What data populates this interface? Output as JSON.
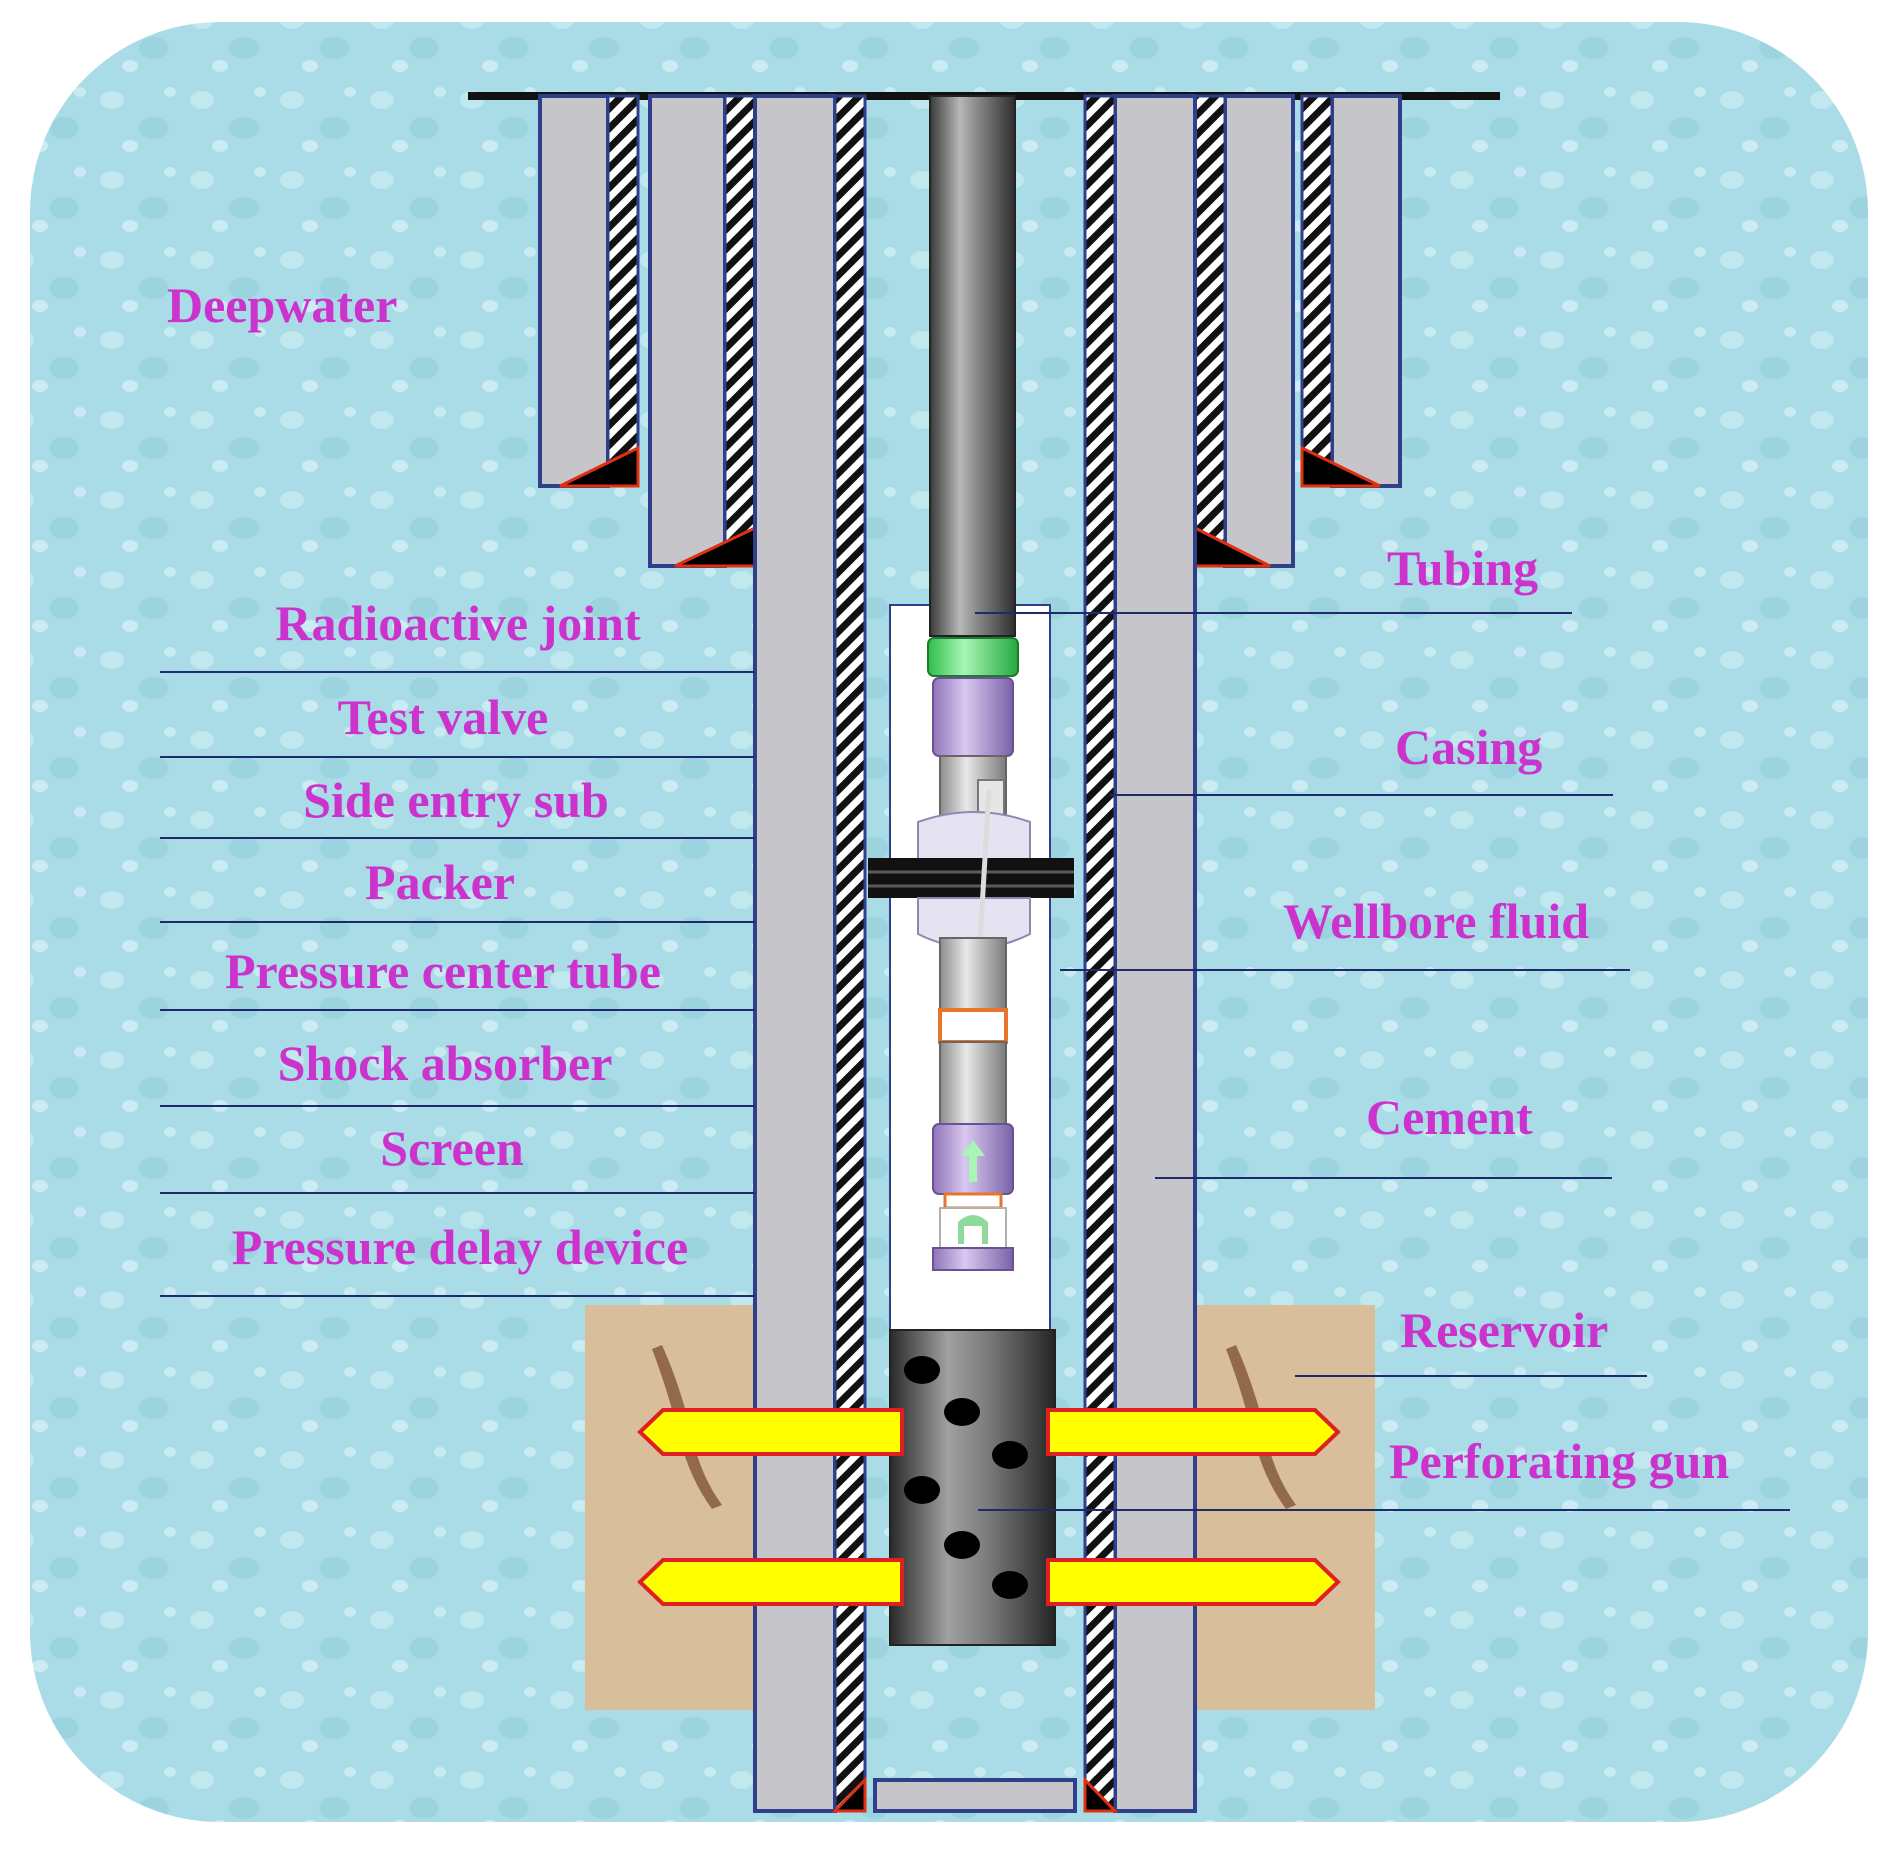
{
  "colors": {
    "label": "#CC33CC",
    "leader_line": "#1F2A6B",
    "background_water": "#A9DCE6",
    "pipe_gray": "#C6C6CA",
    "pipe_outline": "#2F3F8A",
    "cement_wedge": "#000000",
    "reservoir": "#D9BE9B",
    "perforation_jet": "#FFFF00",
    "perforation_outline": "#E02020"
  },
  "labels": {
    "deepwater": "Deepwater",
    "radioactive_joint": "Radioactive joint",
    "test_valve": "Test valve",
    "side_entry_sub": "Side entry sub",
    "packer": "Packer",
    "pressure_center_tube": "Pressure center tube",
    "shock_absorber": "Shock absorber",
    "screen": "Screen",
    "pressure_delay_device": "Pressure delay device",
    "tubing": "Tubing",
    "casing": "Casing",
    "wellbore_fluid": "Wellbore fluid",
    "cement": "Cement",
    "reservoir": "Reservoir",
    "perforating_gun": "Perforating gun"
  }
}
